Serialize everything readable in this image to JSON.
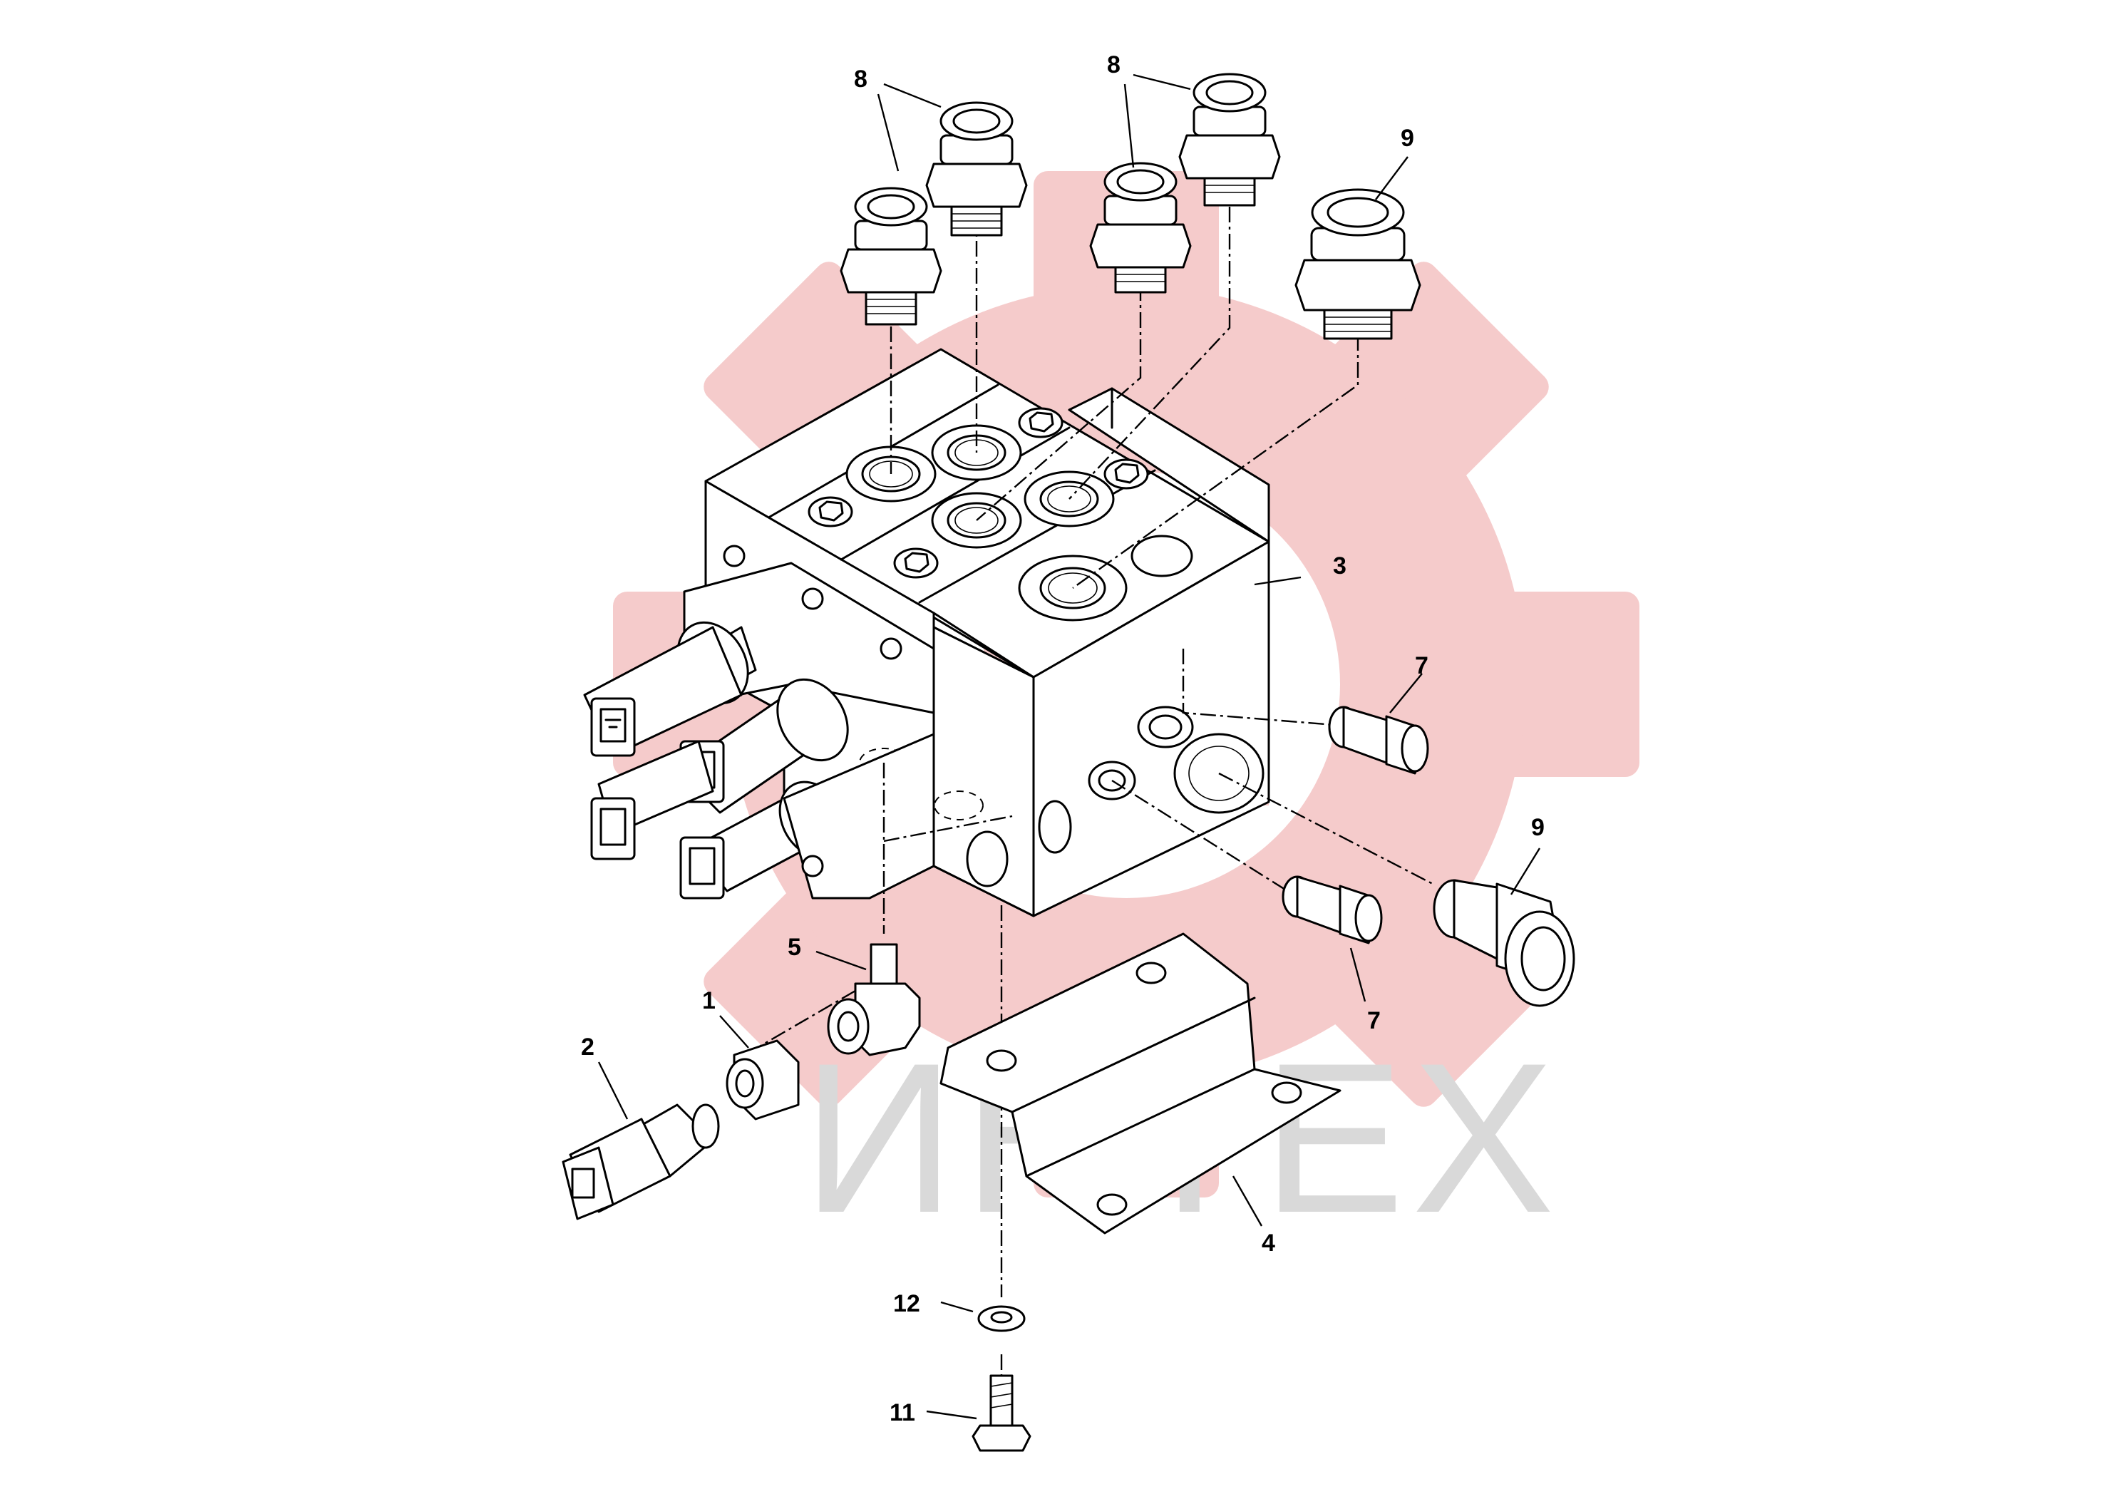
{
  "watermark": {
    "text": "ИНТЕХ",
    "gear_color": "#f5c6c6",
    "text_color": "#d9d9d9"
  },
  "callouts": [
    {
      "id": "1",
      "text": "1"
    },
    {
      "id": "2",
      "text": "2"
    },
    {
      "id": "3",
      "text": "3"
    },
    {
      "id": "4",
      "text": "4"
    },
    {
      "id": "5",
      "text": "5"
    },
    {
      "id": "7a",
      "text": "7"
    },
    {
      "id": "7b",
      "text": "7"
    },
    {
      "id": "8a",
      "text": "8"
    },
    {
      "id": "8b",
      "text": "8"
    },
    {
      "id": "9a",
      "text": "9"
    },
    {
      "id": "9b",
      "text": "9"
    },
    {
      "id": "11",
      "text": "11"
    },
    {
      "id": "12",
      "text": "12"
    }
  ]
}
